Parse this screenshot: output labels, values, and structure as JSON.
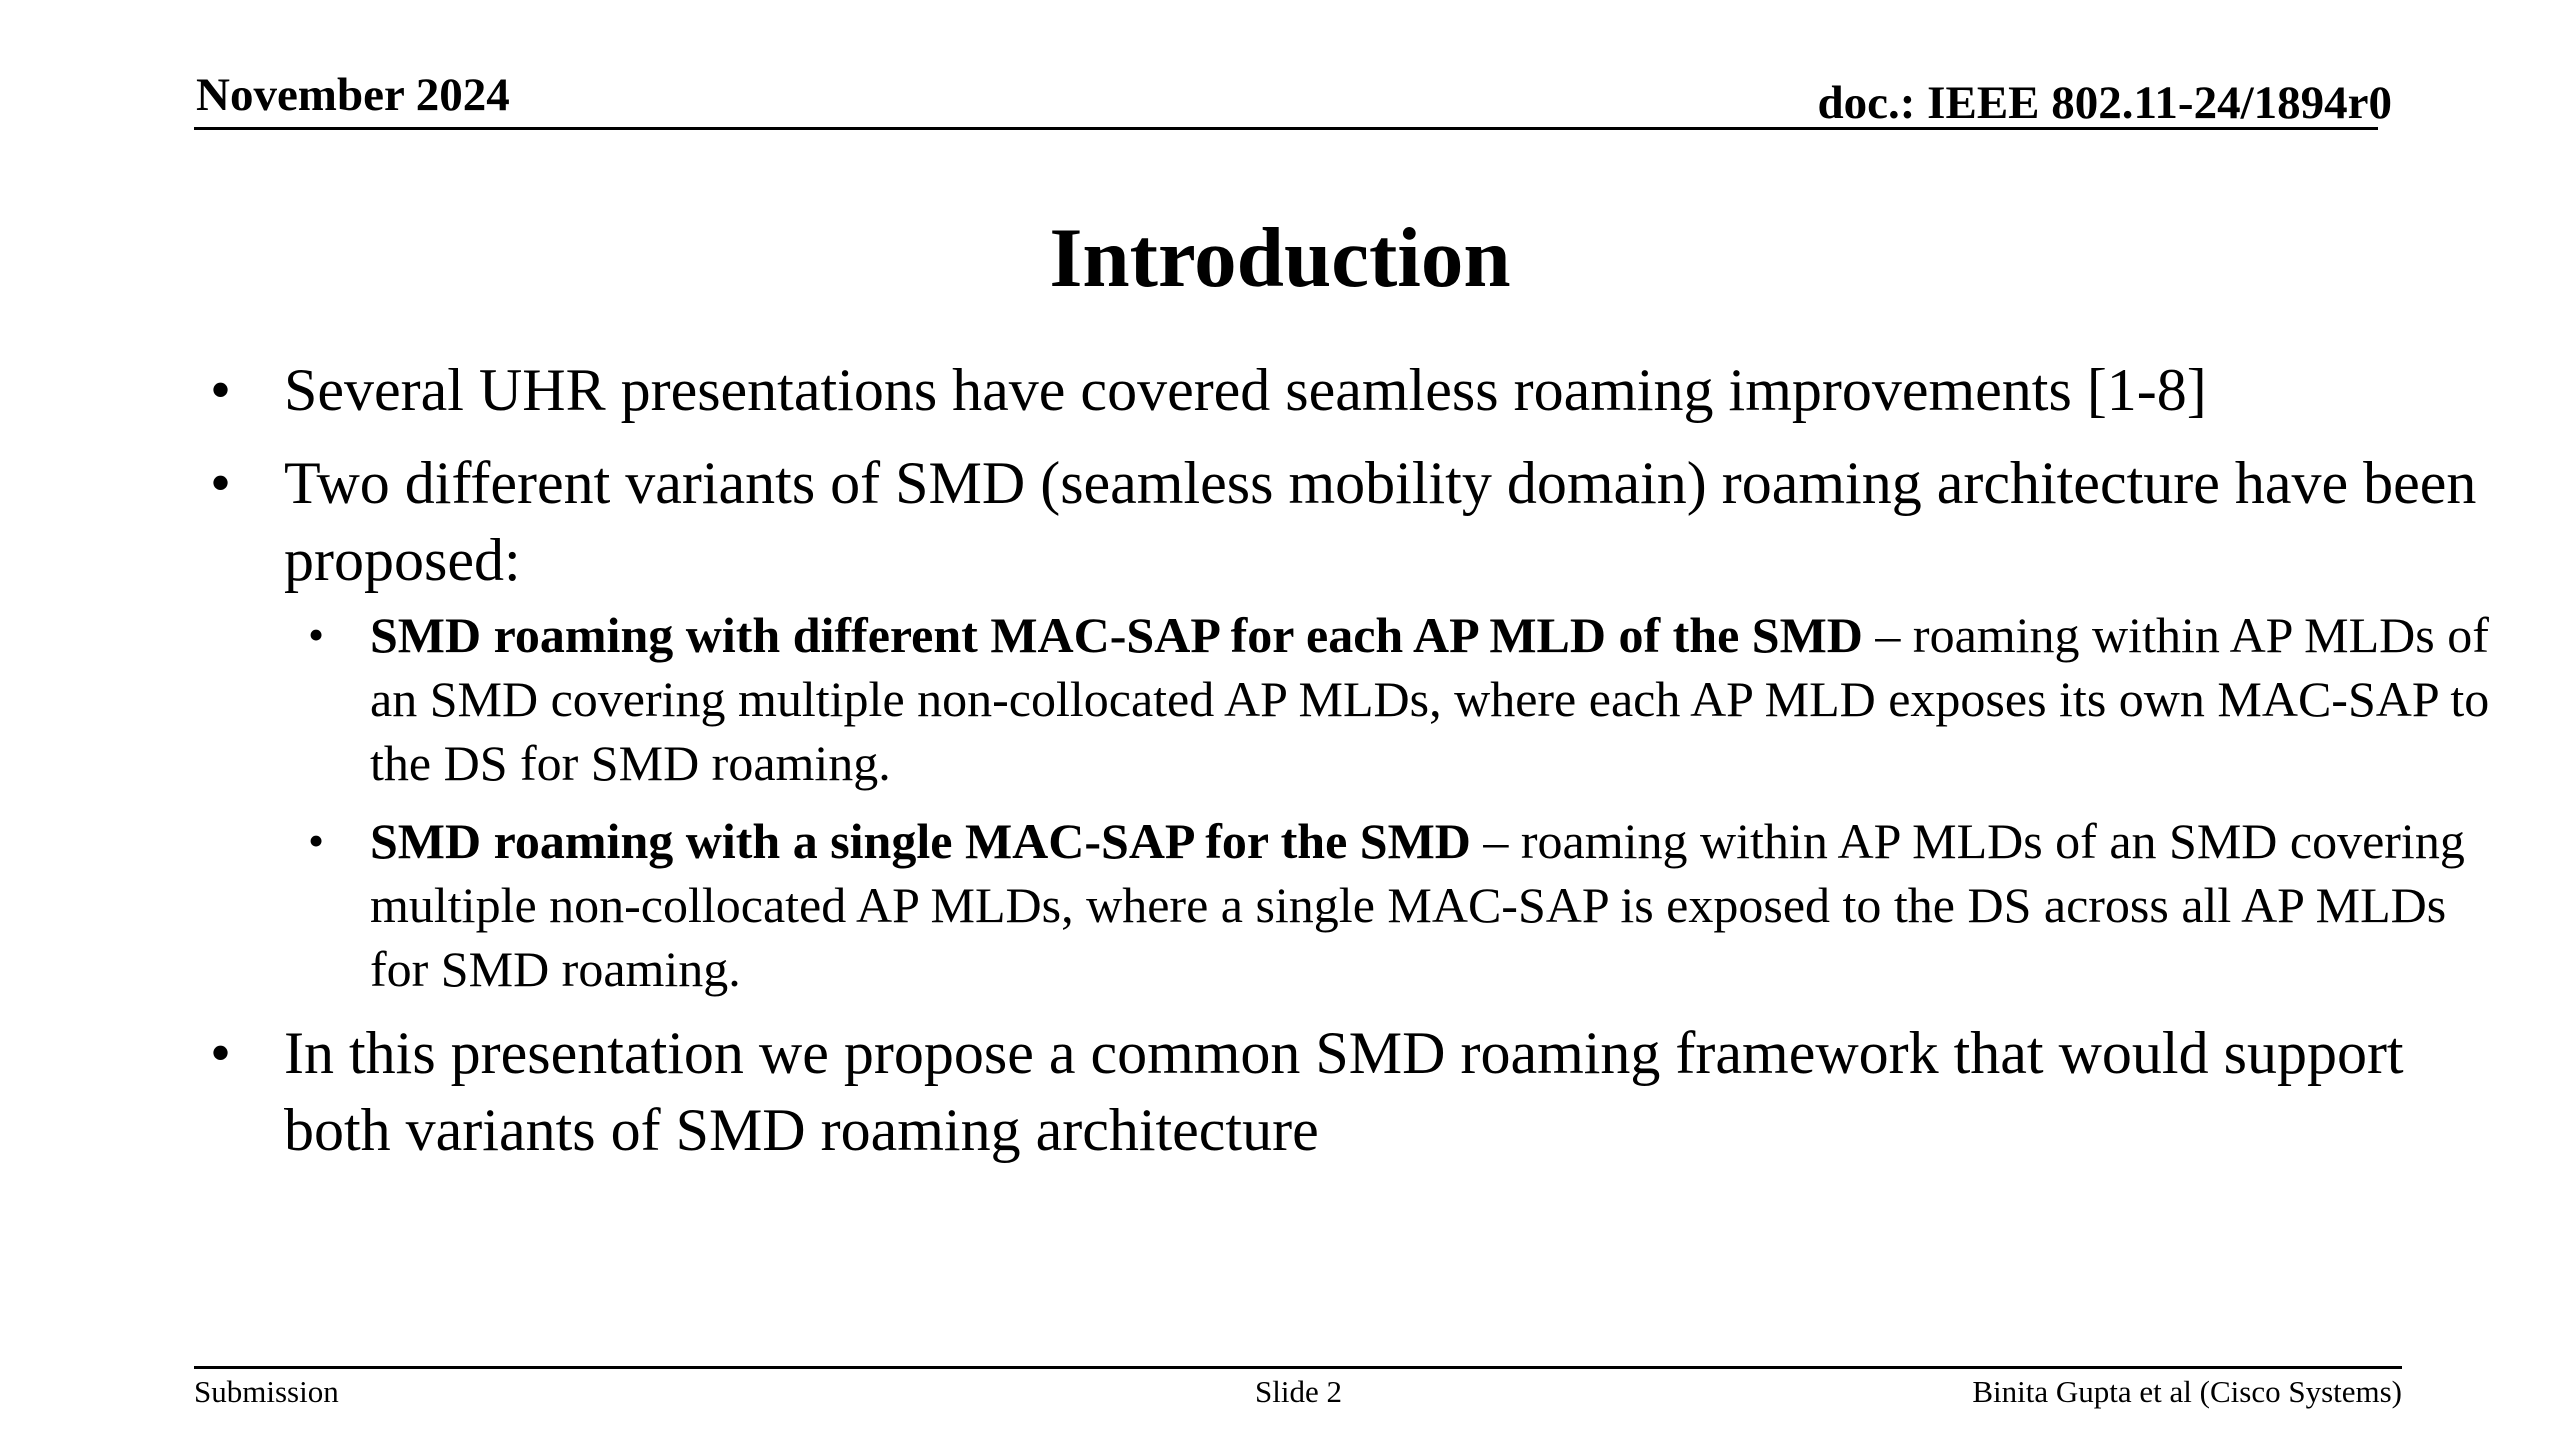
{
  "header": {
    "date": "November 2024",
    "doc": "doc.: IEEE 802.11-24/1894r0"
  },
  "title": "Introduction",
  "bullets": [
    {
      "text": "Several UHR presentations have covered seamless roaming improvements [1-8]"
    },
    {
      "text": "Two different variants of SMD (seamless mobility domain) roaming architecture have been proposed:",
      "subitems": [
        {
          "bold": "SMD roaming with different MAC-SAP for each AP MLD of the SMD",
          "text": " – roaming within AP MLDs of an SMD covering multiple non-collocated AP MLDs, where each AP MLD exposes its own MAC-SAP to the DS for SMD roaming."
        },
        {
          "bold": "SMD roaming with a single MAC-SAP for the SMD",
          "text": " – roaming within AP MLDs of an SMD covering multiple non-collocated AP MLDs, where a single MAC-SAP is exposed to the DS across all AP MLDs for SMD roaming."
        }
      ]
    },
    {
      "text": "In this presentation we propose a common SMD roaming framework that would support both variants of SMD roaming architecture"
    }
  ],
  "footer": {
    "left": "Submission",
    "center": "Slide 2",
    "right": "Binita Gupta et al (Cisco Systems)"
  }
}
